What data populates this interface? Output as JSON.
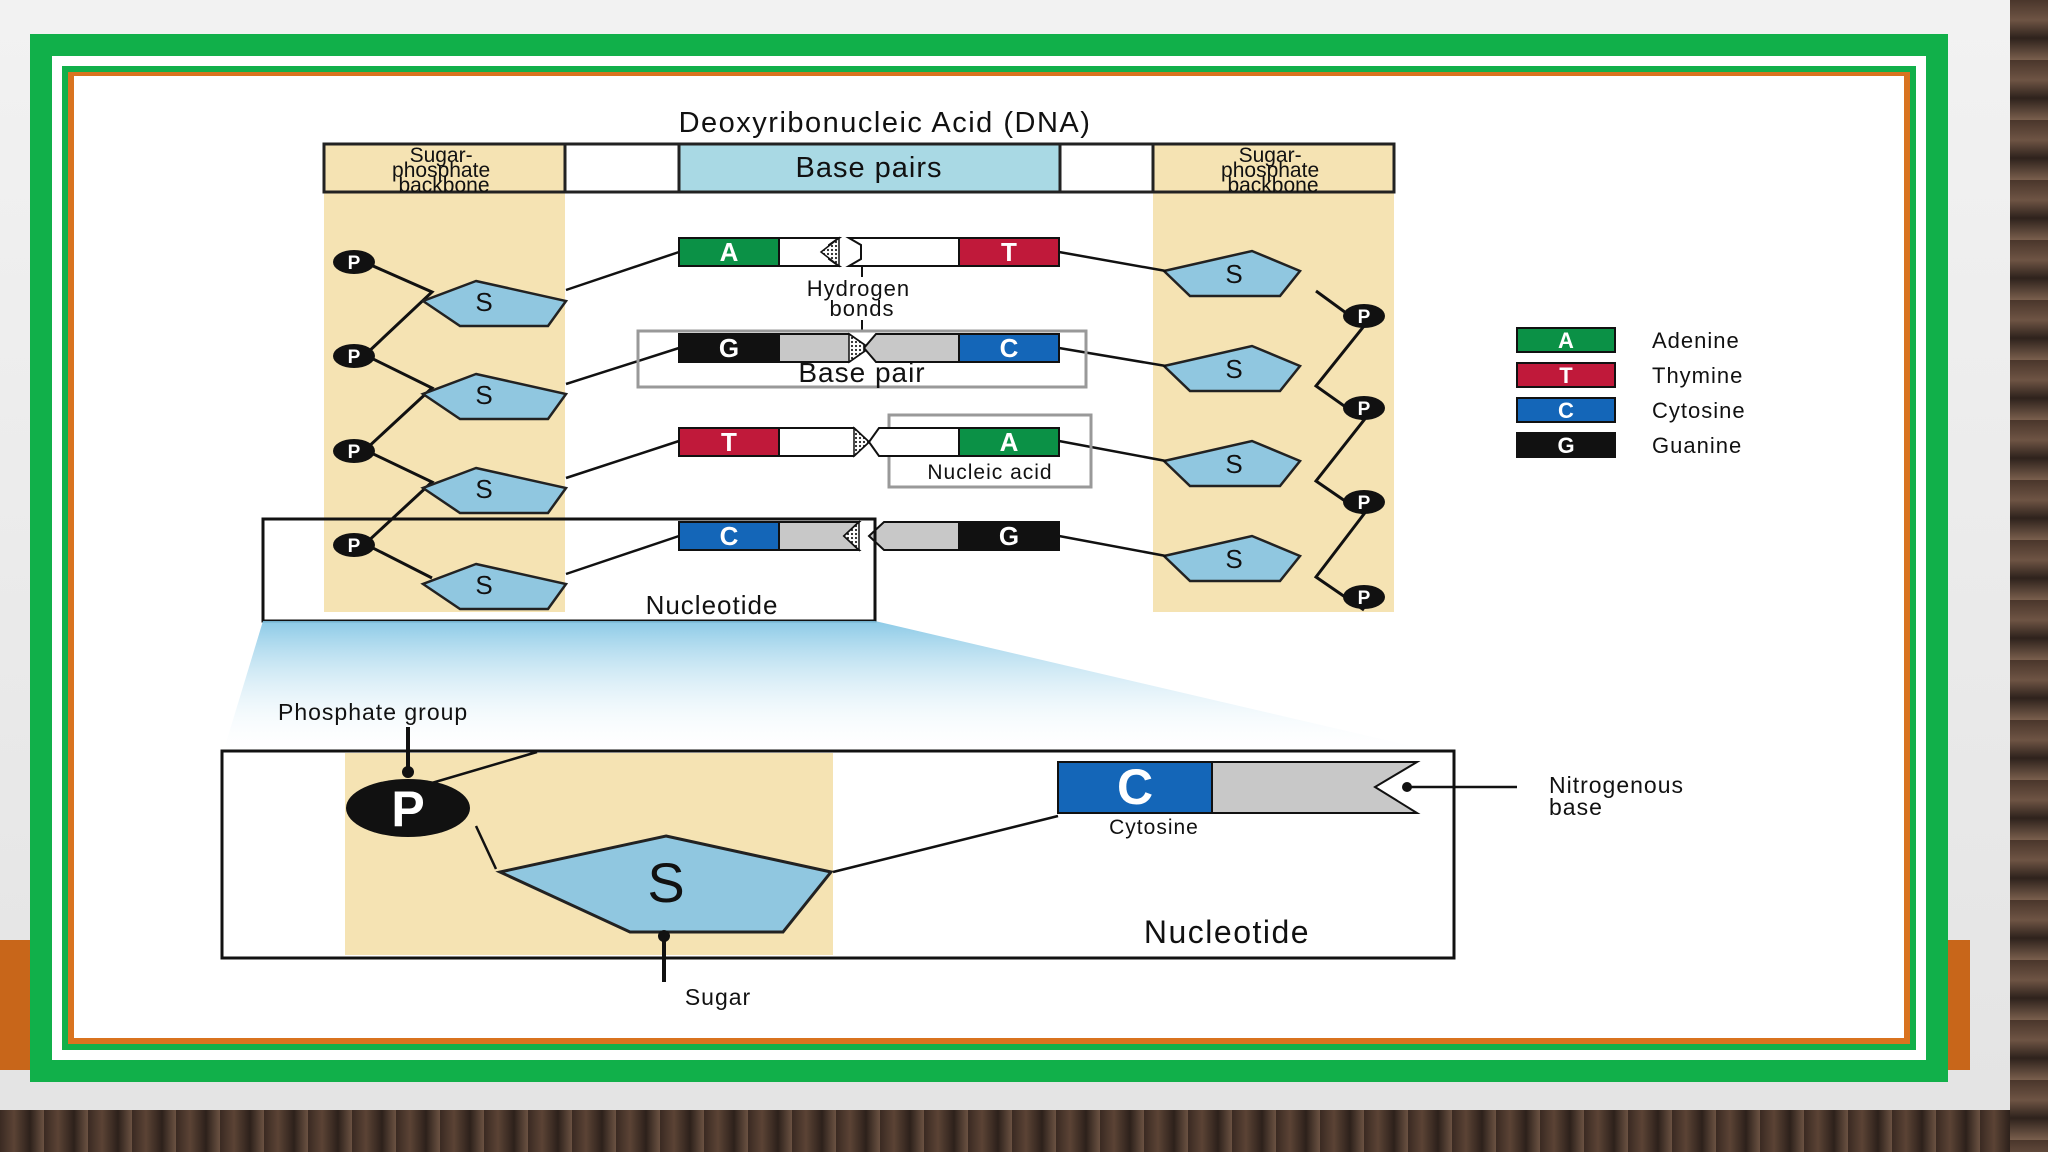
{
  "title": "Deoxyribonucleic Acid (DNA)",
  "headers": {
    "left_backbone": [
      "Sugar-",
      "phosphate",
      "backbone"
    ],
    "base_pairs": "Base pairs",
    "right_backbone": [
      "Sugar-",
      "phosphate",
      "backbone"
    ]
  },
  "symbols": {
    "phosphate": "P",
    "sugar": "S"
  },
  "pairs": [
    {
      "left": "A",
      "right": "T"
    },
    {
      "left": "G",
      "right": "C"
    },
    {
      "left": "T",
      "right": "A"
    },
    {
      "left": "C",
      "right": "G"
    }
  ],
  "callouts": {
    "hydrogen_bonds": [
      "Hydrogen",
      "bonds"
    ],
    "base_pair": "Base pair",
    "nucleic_acid": "Nucleic acid",
    "nucleotide": "Nucleotide"
  },
  "legend": [
    {
      "letter": "A",
      "name": "Adenine"
    },
    {
      "letter": "T",
      "name": "Thymine"
    },
    {
      "letter": "C",
      "name": "Cytosine"
    },
    {
      "letter": "G",
      "name": "Guanine"
    }
  ],
  "detail": {
    "phosphate_group": "Phosphate group",
    "sugar": "Sugar",
    "base_letter": "C",
    "base_name": "Cytosine",
    "nitrogenous_base": [
      "Nitrogenous",
      "base"
    ],
    "nucleotide": "Nucleotide"
  },
  "colors": {
    "A": "#0b9146",
    "T": "#c0193a",
    "C": "#1466b8",
    "G": "#111111",
    "backbone": "#f5e3b3",
    "sugar": "#90c7e0",
    "header_highlight": "#a9d9e4",
    "frame_green": "#11b04a",
    "band_orange": "#c8661a"
  }
}
